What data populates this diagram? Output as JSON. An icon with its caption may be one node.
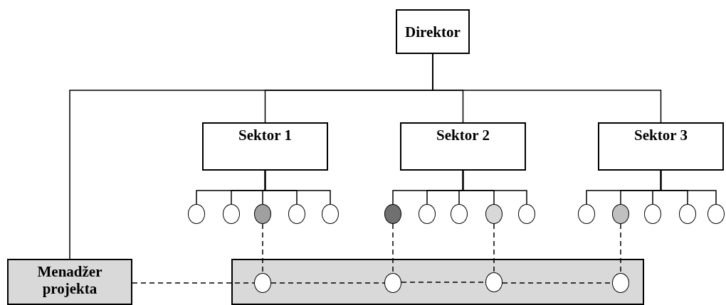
{
  "diagram": {
    "nodes": [
      {
        "text": [
          "Direktor"
        ]
      },
      {
        "text": [
          "Sektor 1"
        ]
      },
      {
        "text": [
          "Sektor 2"
        ]
      },
      {
        "text": [
          "Sektor 3"
        ]
      },
      {
        "text": [],
        "shape": "circle"
      },
      {
        "text": [],
        "shape": "circle"
      },
      {
        "text": [],
        "shape": "circle"
      },
      {
        "text": [],
        "shape": "circle"
      },
      {
        "text": [],
        "shape": "circle"
      },
      {
        "text": [],
        "shape": "circle"
      },
      {
        "text": [],
        "shape": "circle"
      },
      {
        "text": [],
        "shape": "circle"
      },
      {
        "text": [],
        "shape": "circle"
      },
      {
        "text": [],
        "shape": "circle"
      },
      {
        "text": [],
        "shape": "circle"
      },
      {
        "text": [],
        "shape": "circle"
      },
      {
        "text": [],
        "shape": "circle"
      },
      {
        "text": [],
        "shape": "circle"
      },
      {
        "text": [],
        "shape": "circle"
      },
      {
        "text": [
          "Menadžer projekta"
        ]
      },
      {
        "text": [],
        "shape": "box"
      },
      {
        "text": [],
        "shape": "circle",
        "in": 20
      },
      {
        "text": [],
        "shape": "circle",
        "in": 20
      },
      {
        "text": [],
        "shape": "circle",
        "in": 20
      },
      {
        "text": [],
        "shape": "circle",
        "in": 20
      }
    ],
    "edges": [
      {
        "from": 0,
        "to": 19,
        "arrow": "none"
      },
      {
        "from": 0,
        "to": 1,
        "arrow": "none"
      },
      {
        "from": 0,
        "to": 2,
        "arrow": "none"
      },
      {
        "from": 0,
        "to": 3,
        "arrow": "none"
      },
      {
        "from": 1,
        "to": 4,
        "arrow": "none"
      },
      {
        "from": 1,
        "to": 5,
        "arrow": "none"
      },
      {
        "from": 1,
        "to": 6,
        "arrow": "none"
      },
      {
        "from": 1,
        "to": 7,
        "arrow": "none"
      },
      {
        "from": 1,
        "to": 8,
        "arrow": "none"
      },
      {
        "from": 2,
        "to": 9,
        "arrow": "none"
      },
      {
        "from": 2,
        "to": 10,
        "arrow": "none"
      },
      {
        "from": 2,
        "to": 11,
        "arrow": "none"
      },
      {
        "from": 2,
        "to": 12,
        "arrow": "none"
      },
      {
        "from": 2,
        "to": 13,
        "arrow": "none"
      },
      {
        "from": 3,
        "to": 14,
        "arrow": "none"
      },
      {
        "from": 3,
        "to": 15,
        "arrow": "none"
      },
      {
        "from": 3,
        "to": 16,
        "arrow": "none"
      },
      {
        "from": 3,
        "to": 17,
        "arrow": "none"
      },
      {
        "from": 3,
        "to": 18,
        "arrow": "none"
      },
      {
        "from": 6,
        "to": 21,
        "arrow": "none",
        "style": "dashed"
      },
      {
        "from": 9,
        "to": 22,
        "arrow": "none",
        "style": "dashed"
      },
      {
        "from": 12,
        "to": 23,
        "arrow": "none",
        "style": "dashed"
      },
      {
        "from": 15,
        "to": 24,
        "arrow": "none",
        "style": "dashed"
      },
      {
        "from": 19,
        "to": 21,
        "arrow": "none",
        "style": "dashed"
      },
      {
        "from": 21,
        "to": 22,
        "arrow": "none",
        "style": "dashed"
      },
      {
        "from": 22,
        "to": 23,
        "arrow": "none",
        "style": "dashed"
      },
      {
        "from": 23,
        "to": 24,
        "arrow": "none",
        "style": "dashed"
      }
    ]
  }
}
